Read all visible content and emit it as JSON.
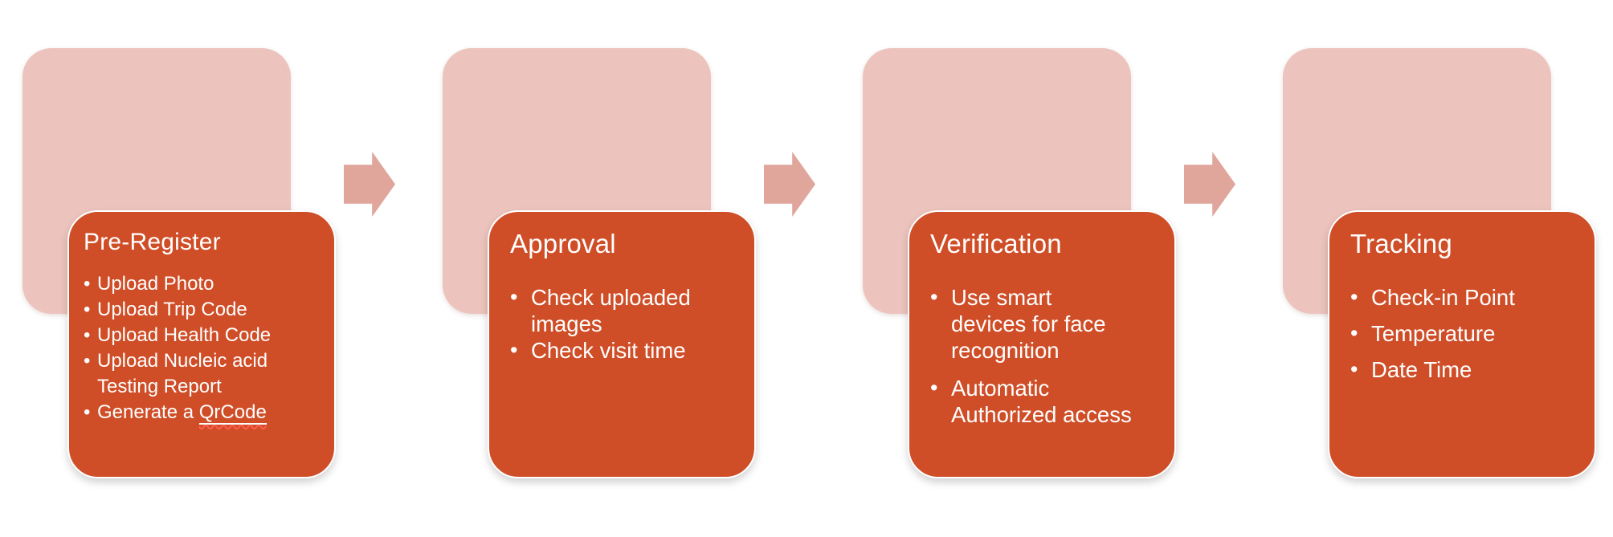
{
  "diagram": {
    "type": "process-flow",
    "bullet_char": "•",
    "colors": {
      "background": "#ffffff",
      "picture_box_fill": "#ecc4bd",
      "arrow_fill": "#e0a59b",
      "card_fill": "#cf4e27",
      "card_border": "#ffffff",
      "text": "#ffffff",
      "spellcheck_squiggle": "#ff5c4d"
    },
    "icon_name": "picture-placeholder-icon",
    "arrow_icon_name": "right-block-arrow",
    "steps": [
      {
        "title": "Pre-Register",
        "bullets": [
          {
            "lines": [
              "Upload Photo"
            ]
          },
          {
            "lines": [
              "Upload Trip Code"
            ]
          },
          {
            "lines": [
              "Upload Health Code"
            ]
          },
          {
            "lines": [
              "Upload Nucleic acid",
              "Testing Report"
            ]
          },
          {
            "prefix": "Generate a ",
            "underlined": "QrCode"
          }
        ]
      },
      {
        "title": "Approval",
        "bullets": [
          {
            "lines": [
              "Check uploaded",
              "images"
            ]
          },
          {
            "lines": [
              "Check visit time"
            ]
          }
        ]
      },
      {
        "title": "Verification",
        "bullets": [
          {
            "lines": [
              "Use smart",
              "devices for face",
              "recognition"
            ]
          },
          {
            "lines": [
              "Automatic",
              "Authorized access"
            ]
          }
        ]
      },
      {
        "title": "Tracking",
        "bullets": [
          {
            "lines": [
              "Check-in Point"
            ]
          },
          {
            "lines": [
              "Temperature"
            ]
          },
          {
            "lines": [
              "Date Time"
            ]
          }
        ]
      }
    ]
  }
}
